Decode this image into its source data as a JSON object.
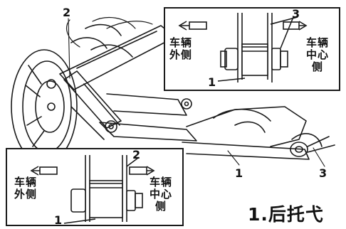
{
  "callouts": {
    "part_1": "1",
    "part_2": "2",
    "part_3": "3"
  },
  "inset_top": {
    "outer_label": "车辆\n外侧",
    "center_label": "车辆\n中心\n侧",
    "callout_left": "1",
    "callout_right": "3"
  },
  "inset_bottom": {
    "outer_label": "车辆\n外侧",
    "center_label": "车辆\n中心\n侧",
    "callout_left": "1",
    "callout_right": "2"
  },
  "caption": {
    "line1": "1.后托弋"
  }
}
